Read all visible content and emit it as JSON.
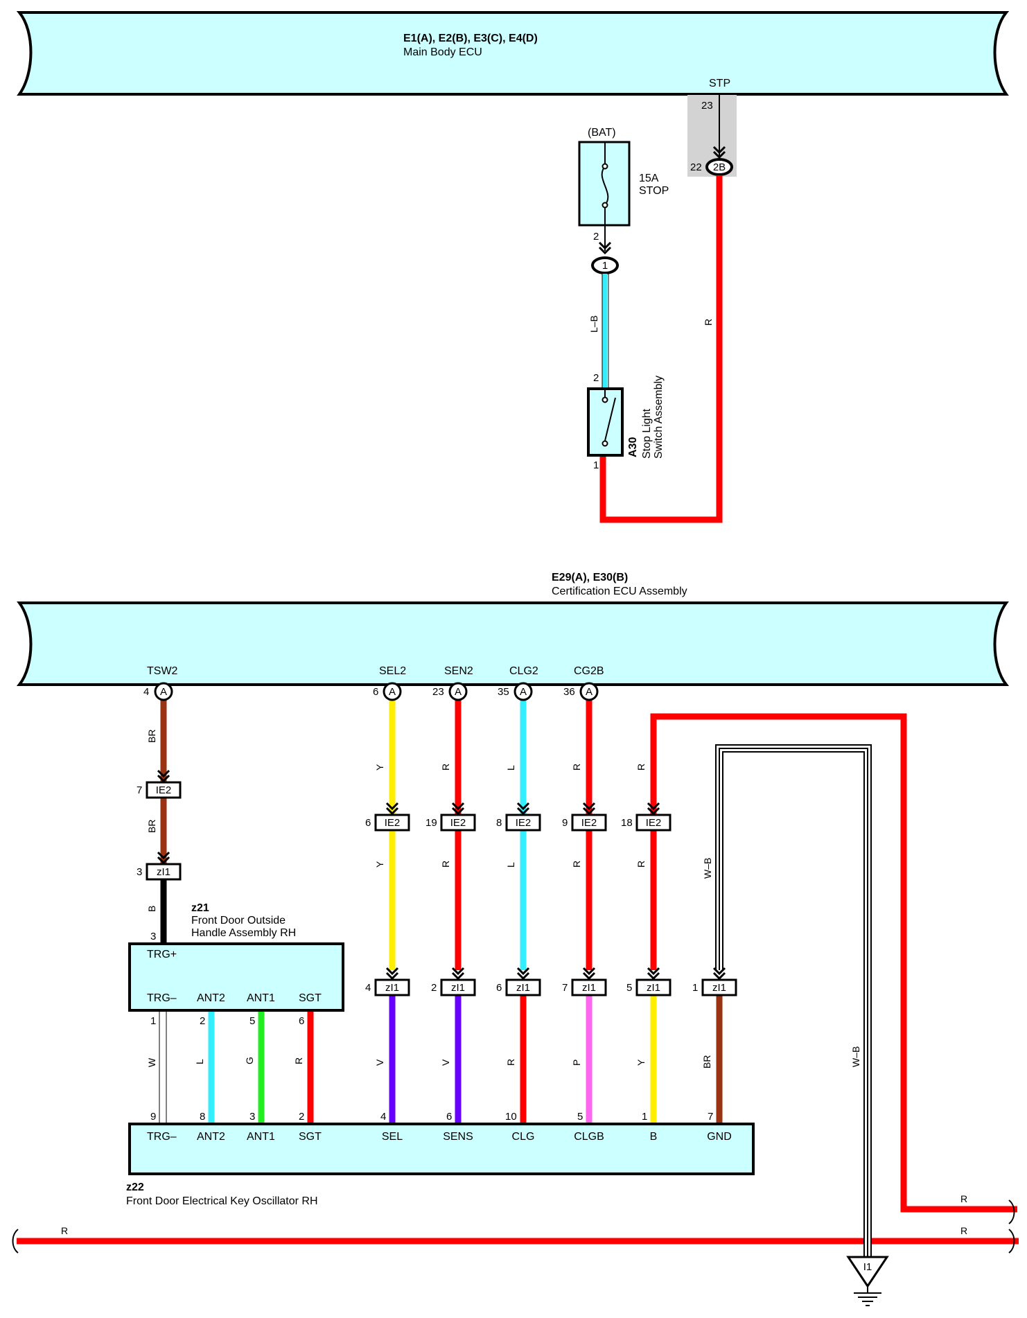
{
  "top_ecu": {
    "connectors": "E1(A), E2(B), E3(C), E4(D)",
    "name": "Main Body ECU",
    "stp_label": "STP",
    "stp_pin": "23"
  },
  "junction_2b": {
    "pin": "22",
    "label": "2B"
  },
  "fuse": {
    "source": "(BAT)",
    "rating": "15A",
    "name": "STOP",
    "out_pin": "2"
  },
  "connector_1": {
    "label": "1"
  },
  "wire_colors": {
    "lb": "L–B",
    "r_top": "R"
  },
  "stop_switch": {
    "id": "A30",
    "name_line1": "Stop Light",
    "name_line2": "Switch Assembly",
    "pin_top": "2",
    "pin_bottom": "1"
  },
  "cert_ecu": {
    "connectors": "E29(A), E30(B)",
    "name": "Certification ECU Assembly",
    "terminals": [
      {
        "label": "TSW2",
        "pin": "4",
        "conn": "A"
      },
      {
        "label": "SEL2",
        "pin": "6",
        "conn": "A"
      },
      {
        "label": "SEN2",
        "pin": "23",
        "conn": "A"
      },
      {
        "label": "CLG2",
        "pin": "35",
        "conn": "A"
      },
      {
        "label": "CG2B",
        "pin": "36",
        "conn": "A"
      }
    ]
  },
  "tsw2_chain": {
    "wire1": "BR",
    "ie2_pin": "7",
    "ie2_label": "IE2",
    "wire2": "BR",
    "zi1_pin": "3",
    "zi1_label": "zI1",
    "wire3": "B",
    "z21_pin": "3"
  },
  "ie2_row": [
    {
      "pin": "6",
      "label": "IE2",
      "upper": "Y",
      "lower": "Y"
    },
    {
      "pin": "19",
      "label": "IE2",
      "upper": "R",
      "lower": "R"
    },
    {
      "pin": "8",
      "label": "IE2",
      "upper": "L",
      "lower": "L"
    },
    {
      "pin": "9",
      "label": "IE2",
      "upper": "R",
      "lower": "R"
    },
    {
      "pin": "18",
      "label": "IE2",
      "upper": "R",
      "lower": "R"
    }
  ],
  "zi1_row": [
    {
      "pin": "4",
      "label": "zI1",
      "wire": "V",
      "bottom_pin": "4",
      "term": "SEL"
    },
    {
      "pin": "2",
      "label": "zI1",
      "wire": "V",
      "bottom_pin": "6",
      "term": "SENS"
    },
    {
      "pin": "6",
      "label": "zI1",
      "wire": "R",
      "bottom_pin": "10",
      "term": "CLG"
    },
    {
      "pin": "7",
      "label": "zI1",
      "wire": "P",
      "bottom_pin": "5",
      "term": "CLGB"
    },
    {
      "pin": "5",
      "label": "zI1",
      "wire": "Y",
      "bottom_pin": "1",
      "term": "B"
    },
    {
      "pin": "1",
      "label": "zI1",
      "wire": "BR",
      "bottom_pin": "7",
      "term": "GND"
    }
  ],
  "wb_labels": {
    "a": "W–B",
    "b": "W–B"
  },
  "z21": {
    "id": "z21",
    "name_line1": "Front Door Outside",
    "name_line2": "Handle Assembly RH",
    "trg_plus": "TRG+",
    "terminals": [
      {
        "label": "TRG–",
        "pin": "1",
        "wire": "W",
        "bottom_pin": "9"
      },
      {
        "label": "ANT2",
        "pin": "2",
        "wire": "L",
        "bottom_pin": "8"
      },
      {
        "label": "ANT1",
        "pin": "5",
        "wire": "G",
        "bottom_pin": "3"
      },
      {
        "label": "SGT",
        "pin": "6",
        "wire": "R",
        "bottom_pin": "2"
      }
    ]
  },
  "z22": {
    "id": "z22",
    "name": "Front Door Electrical Key Oscillator RH",
    "terminals": [
      "TRG–",
      "ANT2",
      "ANT1",
      "SGT"
    ]
  },
  "bus": {
    "left_label": "R",
    "right_label_upper": "R",
    "right_label_lower": "R"
  },
  "ground": {
    "label": "I1"
  },
  "colors": {
    "component_fill": "#ccffff",
    "red": "#ff0000",
    "yellow": "#ffee00",
    "cyan": "#33eeff",
    "brown": "#993311",
    "violet": "#6600ff",
    "pink": "#ff66ee",
    "green": "#22ee22",
    "black": "#000000",
    "connector_shade": "#d3d3d3"
  }
}
